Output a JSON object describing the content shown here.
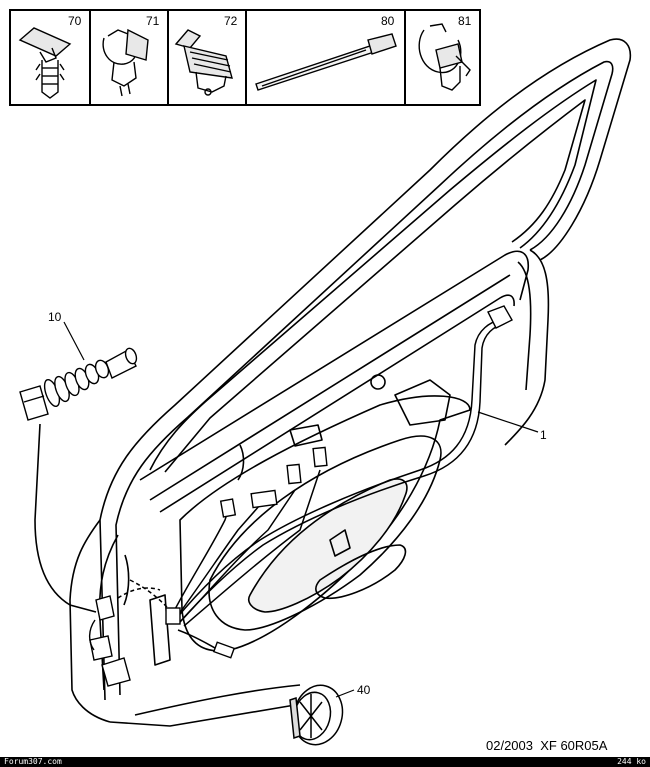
{
  "parts_table": {
    "cells": [
      {
        "number": "70",
        "icon": "door-panel-clip-icon"
      },
      {
        "number": "71",
        "icon": "harness-clip-icon"
      },
      {
        "number": "72",
        "icon": "connector-holder-icon"
      },
      {
        "number": "80",
        "icon": "cable-tie-icon"
      },
      {
        "number": "81",
        "icon": "tie-clip-icon"
      }
    ]
  },
  "callouts": {
    "c10": "10",
    "c1": "1",
    "c40": "40"
  },
  "reference": "02/2003  XF 60R05A",
  "footer": {
    "left": "Forum307.com",
    "right": "244 ko"
  },
  "colors": {
    "line": "#000000",
    "background": "#ffffff"
  }
}
